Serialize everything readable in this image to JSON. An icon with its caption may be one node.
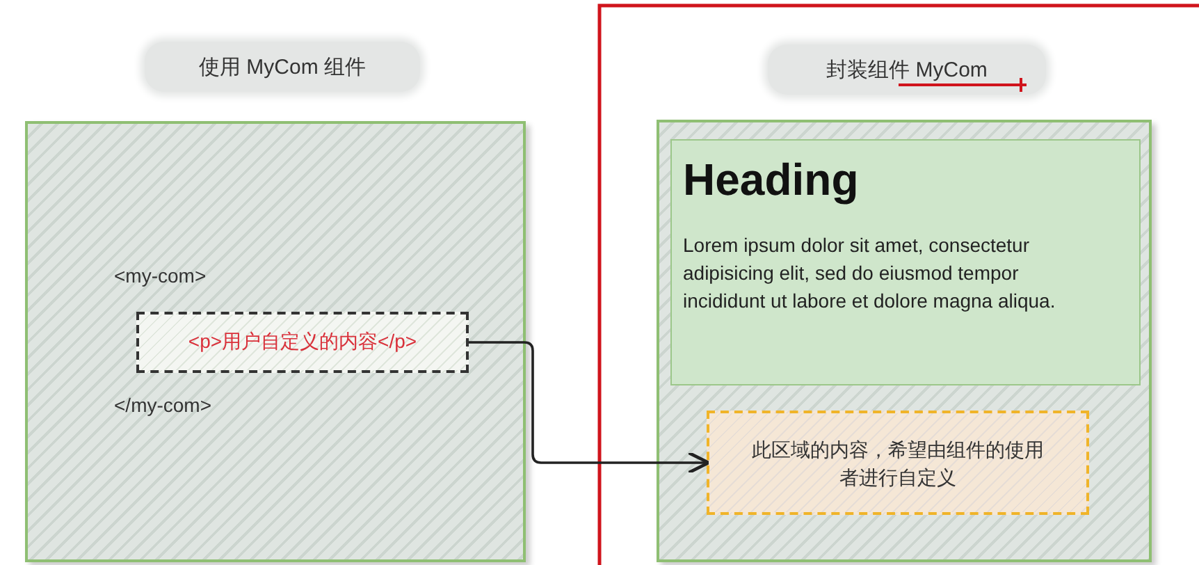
{
  "diagram": {
    "nodes": [
      {
        "text": [
          "使用 MyCom 组件"
        ]
      },
      {
        "text": [
          "<my-com>",
          "</my-com>"
        ]
      },
      {
        "text": [
          "<p>用户自定义的内容</p>"
        ],
        "in": 1
      },
      {
        "text": [
          "封装组件 MyCom"
        ]
      },
      {
        "text": [],
        "shape": "box"
      },
      {
        "text": [
          "Heading",
          "Lorem ipsum dolor sit amet, consectetur adipisicing elit, sed do eiusmod tempor incididunt ut labore et dolore magna aliqua."
        ],
        "in": 4
      },
      {
        "text": [
          "此区域的内容，希望由组件的使用者进行自定义"
        ],
        "in": 4
      }
    ],
    "edges": [
      {
        "from": 2,
        "to": 6,
        "arrow": "to"
      }
    ]
  }
}
